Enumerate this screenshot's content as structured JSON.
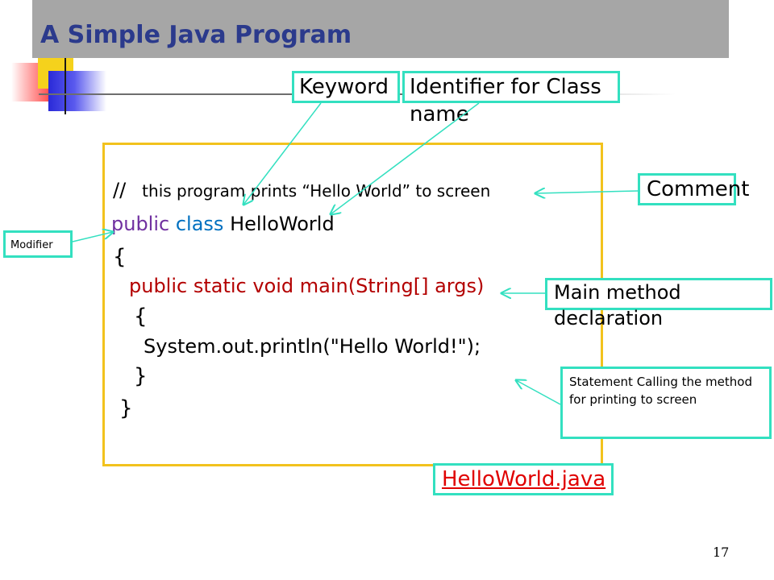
{
  "slide": {
    "title": "A Simple Java Program",
    "page_number": "17"
  },
  "code": {
    "comment_slashes": "//",
    "comment_text": "this program prints “Hello World” to screen",
    "line_public": "public",
    "line_class": "class",
    "line_classname": "HelloWorld",
    "open_brace": "{",
    "main_decl": "public static void main(String[] args)",
    "inner_open_brace": "{",
    "println": "System.out.println(\"Hello World!\");",
    "inner_close_brace": "}",
    "close_brace": "}"
  },
  "labels": {
    "keyword": "Keyword",
    "identifier": "Identifier  for Class name",
    "comment": "Comment",
    "modifier": "Modifier",
    "main_method": "Main method declaration",
    "statement": "Statement  Calling the method for printing to screen",
    "filename": "HelloWorld.java"
  },
  "colors": {
    "title": "#2b3a8c",
    "modifier_keyword": "#7030a0",
    "class_keyword": "#0070c0",
    "main_decl": "#b30000",
    "label_border": "#33e0c0",
    "code_border": "#f2c21d",
    "filename": "#e00000"
  }
}
